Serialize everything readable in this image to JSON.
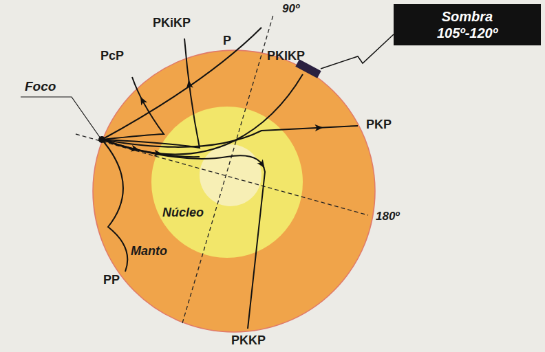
{
  "diagram": {
    "nodes": [
      {
        "text": [
          "Sombra 105º-120º"
        ]
      }
    ],
    "labels": [
      "PKiKP",
      "90º",
      "PcP",
      "P",
      "PKIKP",
      "Foco",
      "PKP",
      "Núcleo",
      "180º",
      "Manto",
      "PP",
      "PKKP"
    ]
  }
}
